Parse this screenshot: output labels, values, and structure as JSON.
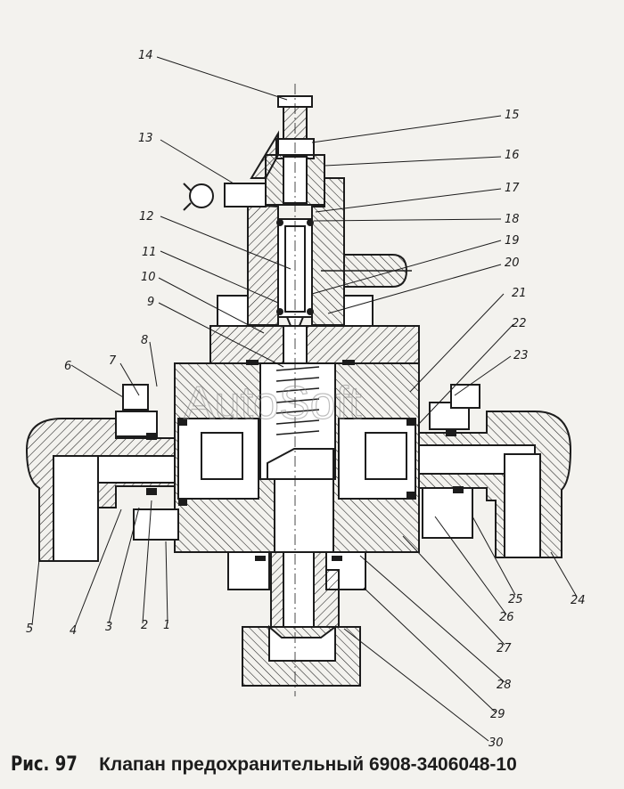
{
  "figure": {
    "label": "Рис. 97",
    "title": "Клапан предохранительный 6908-3406048-10",
    "watermark": "AutoSoft"
  },
  "callouts": [
    "1",
    "2",
    "3",
    "4",
    "5",
    "6",
    "7",
    "8",
    "9",
    "10",
    "11",
    "12",
    "13",
    "14",
    "15",
    "16",
    "17",
    "18",
    "19",
    "20",
    "21",
    "22",
    "23",
    "24",
    "25",
    "26",
    "27",
    "28",
    "29",
    "30"
  ],
  "colors": {
    "ink": "#1c1c1c",
    "paper": "#f3f2ee",
    "watermark": "#8a8a8a"
  }
}
